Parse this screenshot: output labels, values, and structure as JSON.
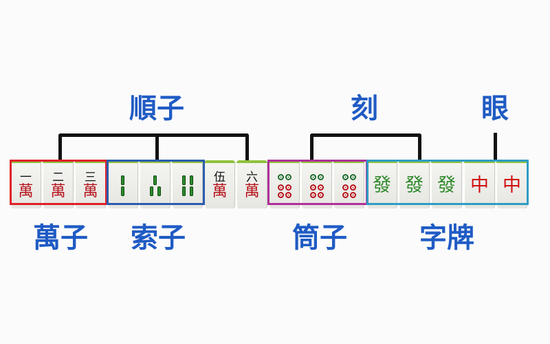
{
  "labels": {
    "sequence": "順子",
    "triplet": "刻",
    "pair": "眼",
    "characters": "萬子",
    "bamboo": "索子",
    "circles": "筒子",
    "honors": "字牌"
  },
  "tiles": [
    {
      "type": "characters",
      "num": "一",
      "suit": "萬"
    },
    {
      "type": "characters",
      "num": "二",
      "suit": "萬"
    },
    {
      "type": "characters",
      "num": "三",
      "suit": "萬"
    },
    {
      "type": "bamboo",
      "value": 2
    },
    {
      "type": "bamboo",
      "value": 3
    },
    {
      "type": "bamboo",
      "value": 4
    },
    {
      "type": "characters",
      "num": "伍",
      "suit": "萬"
    },
    {
      "type": "characters",
      "num": "六",
      "suit": "萬"
    },
    {
      "type": "circles",
      "value": 6
    },
    {
      "type": "circles",
      "value": 6
    },
    {
      "type": "circles",
      "value": 6
    },
    {
      "type": "honor",
      "char": "發",
      "color": "#2f8a2a"
    },
    {
      "type": "honor",
      "char": "發",
      "color": "#2f8a2a"
    },
    {
      "type": "honor",
      "char": "發",
      "color": "#2f8a2a"
    },
    {
      "type": "honor",
      "char": "中",
      "color": "#d01010"
    },
    {
      "type": "honor",
      "char": "中",
      "color": "#d01010"
    }
  ],
  "colors": {
    "label": "#1f5bc4",
    "characters_box": "#e0202a",
    "bamboo_box": "#2a5cb0",
    "circles_box": "#b0309a",
    "honors_box": "#2e9cc4"
  }
}
